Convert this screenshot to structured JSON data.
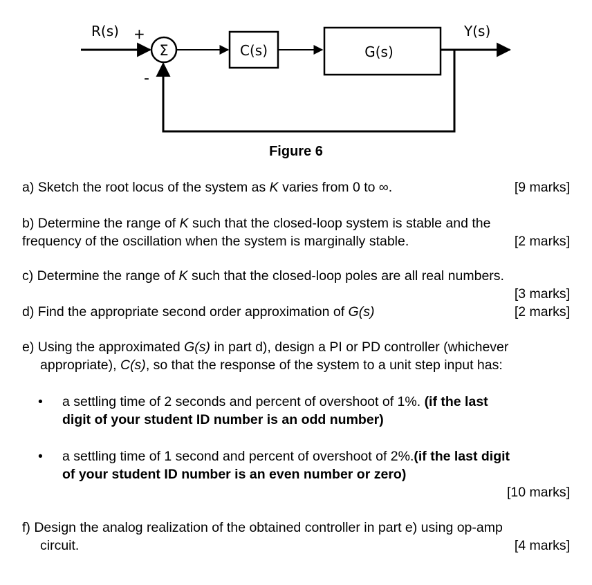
{
  "diagram": {
    "input_label": "R(s)",
    "plus_sign": "+",
    "minus_sign": "-",
    "sum_symbol": "Σ",
    "controller_label": "C(s)",
    "plant_label": "G(s)",
    "output_label": "Y(s)",
    "caption": "Figure 6"
  },
  "questions": {
    "a": {
      "text_pre": "a) Sketch the root locus of the system as ",
      "var": "K",
      "text_post": " varies from 0 to ∞.",
      "marks": "[9 marks]"
    },
    "b": {
      "line1_pre": "b) Determine the range of ",
      "var": "K",
      "line1_post": " such that the closed-loop system is stable and the",
      "line2": "frequency of the oscillation when the system is marginally stable.",
      "marks": "[2 marks]"
    },
    "c": {
      "text_pre": "c) Determine the range of ",
      "var": "K",
      "text_post": " such that the closed-loop poles are all real numbers.",
      "marks": "[3 marks]"
    },
    "d": {
      "text_pre": "d) Find the appropriate second order approximation of ",
      "var": "G(s)",
      "marks": "[2 marks]"
    },
    "e": {
      "line1_pre": "e) Using the approximated ",
      "var1": "G(s)",
      "line1_post": " in part d), design a PI or PD controller (whichever",
      "line2_pre": "appropriate), ",
      "var2": "C(s)",
      "line2_post": ", so that the response of the system to a unit step input has:",
      "bullet1_plain": "a settling time of 2 seconds and percent of overshoot of 1%. ",
      "bullet1_bold_a": "(if the last",
      "bullet1_bold_b": "digit of your student ID number is an odd number)",
      "bullet2_plain": "a settling time of 1 second and percent of overshoot of 2%.",
      "bullet2_bold_a": "(if the last digit",
      "bullet2_bold_b": "of your student ID number is an even number or zero)",
      "bullet_symbol": "•",
      "marks": "[10 marks]"
    },
    "f": {
      "line1": "f) Design the analog realization of the obtained controller in part e) using op-amp",
      "line2": "circuit.",
      "marks": "[4 marks]"
    }
  }
}
